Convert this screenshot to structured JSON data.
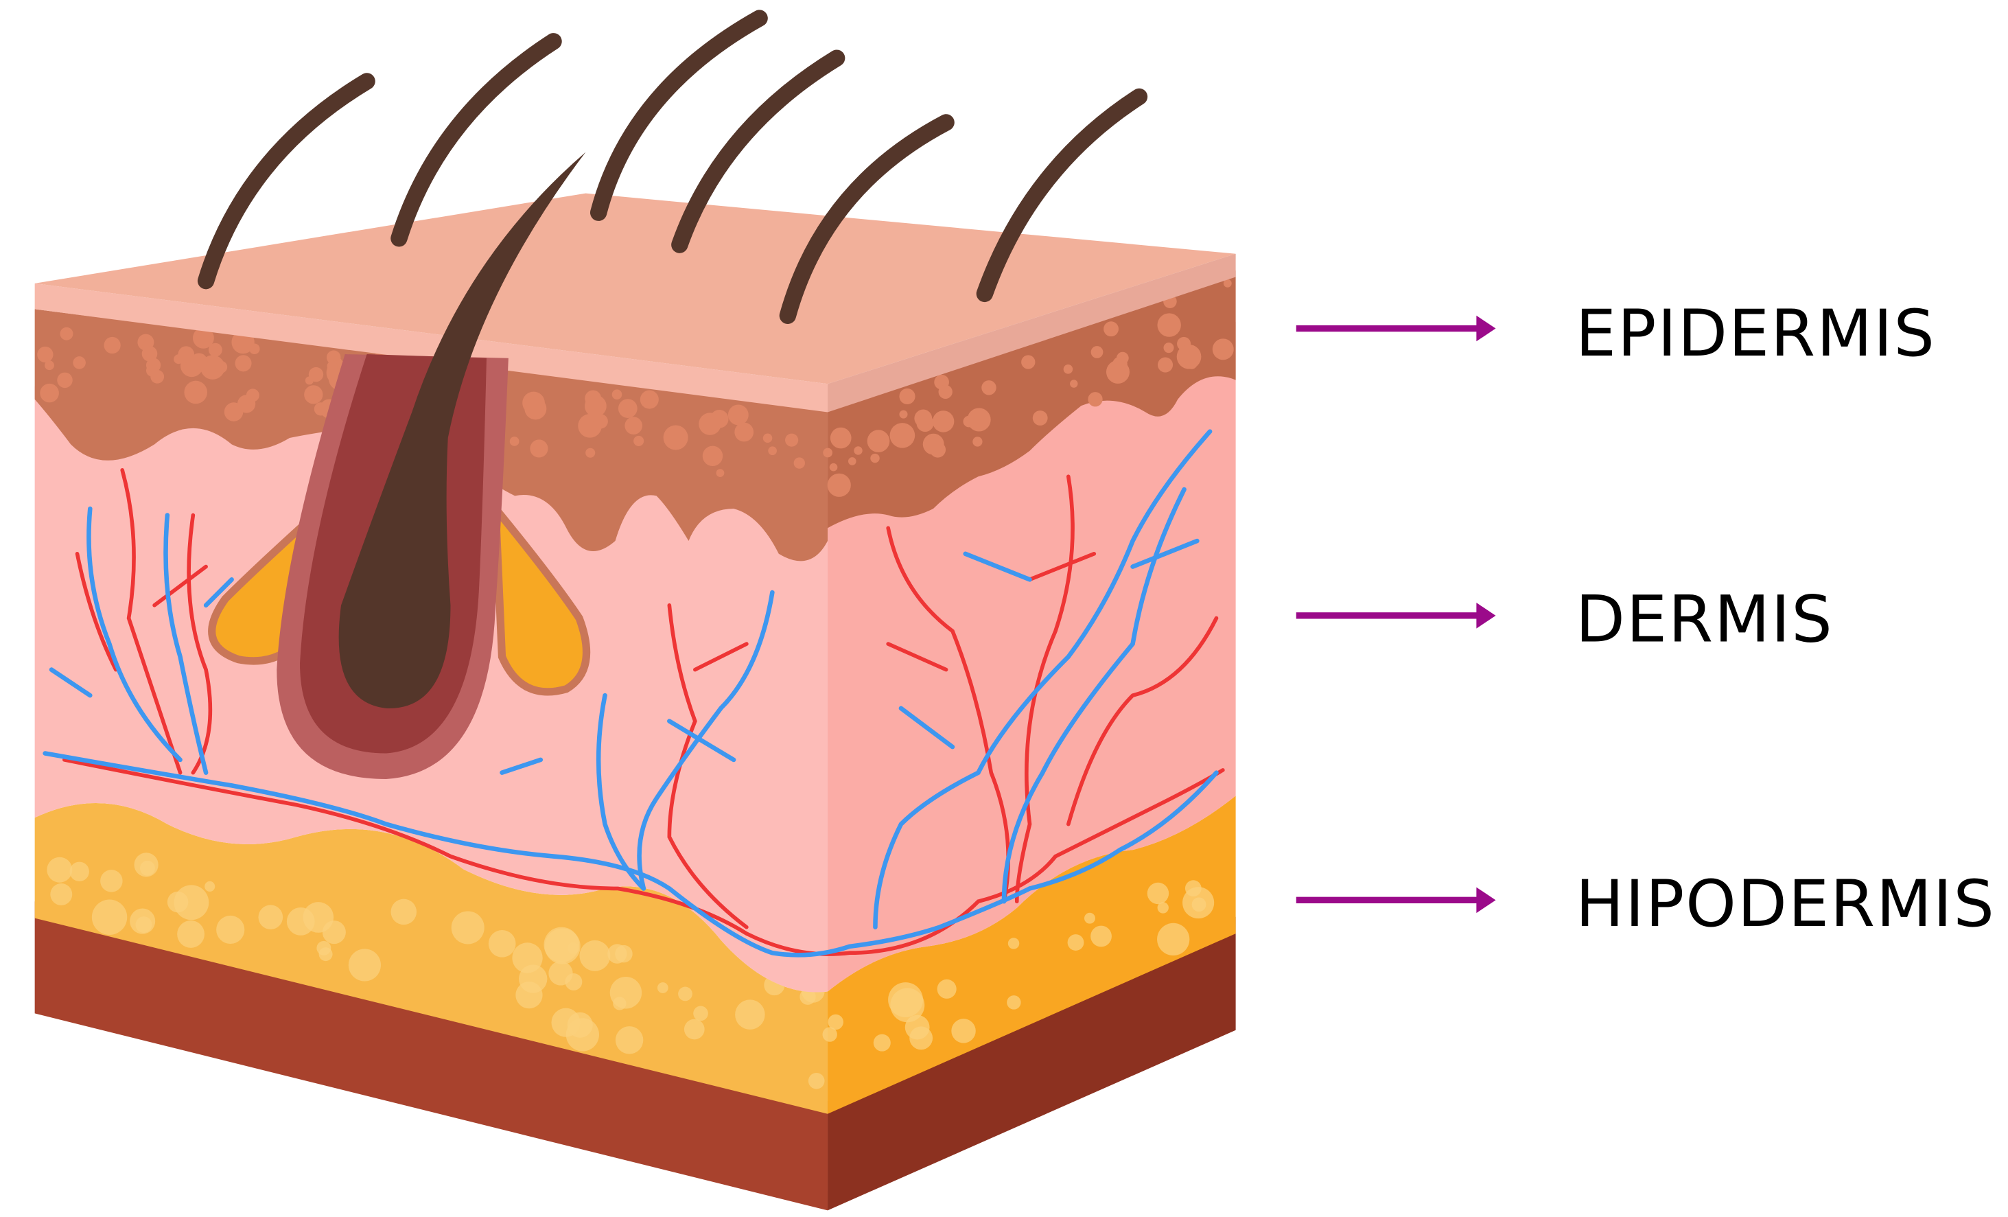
{
  "labels": {
    "epidermis": "EPIDERMIS",
    "dermis": "DERMIS",
    "hypodermis": "HIPODERMIS"
  },
  "colors": {
    "arrow": "#9b0a8a",
    "top_surface": "#f2b09a",
    "epidermis": "#c97658",
    "dermis": "#fdbcb8",
    "dermis_side": "#fbaca6",
    "fat": "#f8b84a",
    "fat_side": "#f9a622",
    "muscle": "#a8422d",
    "muscle_side": "#8c3120",
    "hair": "#54362a",
    "artery": "#ee3535",
    "vein": "#3d97f0",
    "gland": "#f7a823"
  }
}
